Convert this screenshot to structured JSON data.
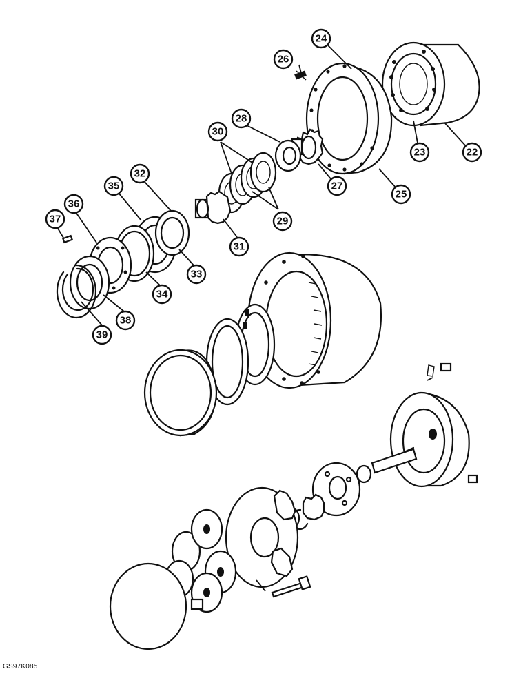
{
  "drawing_code": "GS97K085",
  "callouts": [
    "22",
    "23",
    "24",
    "25",
    "26",
    "27",
    "28",
    "29",
    "30",
    "31",
    "32",
    "33",
    "34",
    "35",
    "36",
    "37",
    "38",
    "39"
  ]
}
